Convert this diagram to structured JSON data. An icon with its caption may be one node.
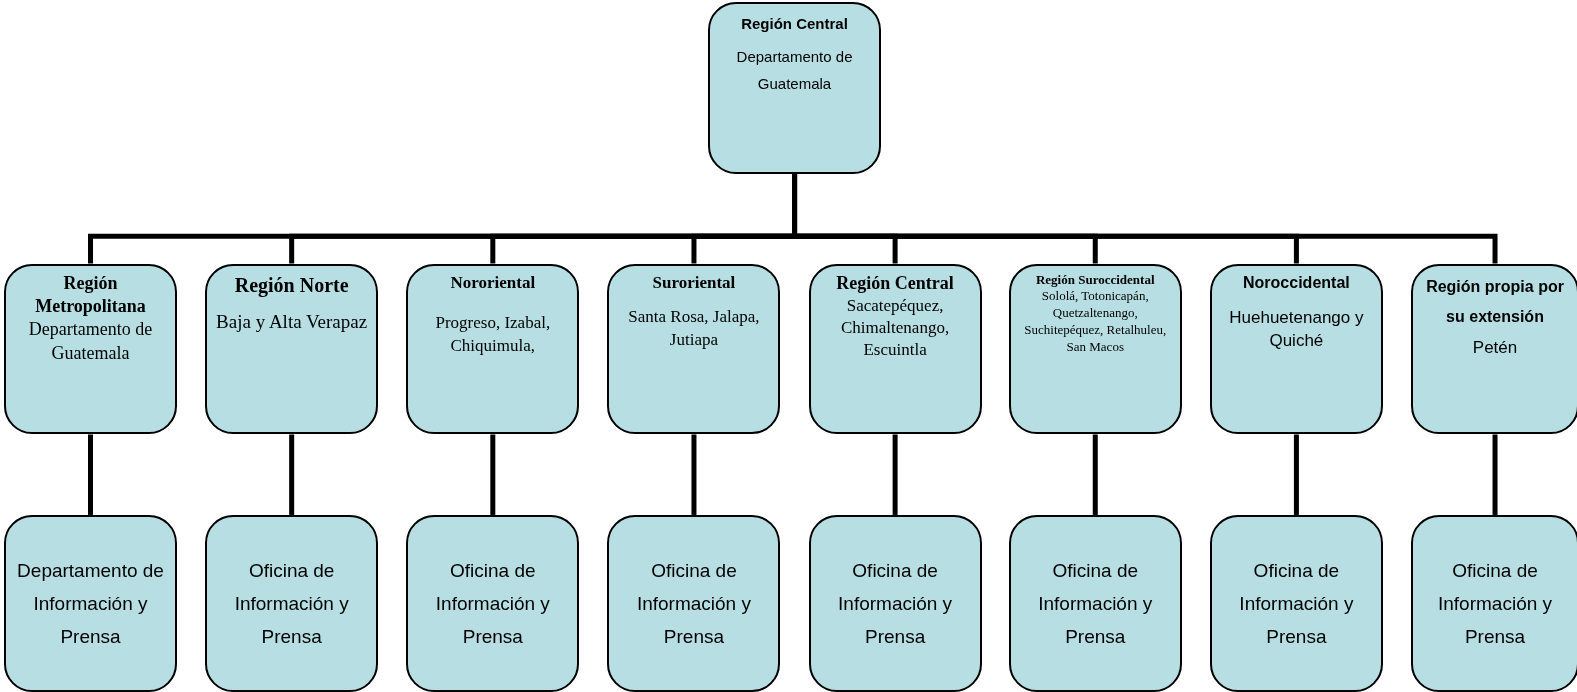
{
  "diagram": {
    "nodes": [
      {
        "text": [
          "Región Central",
          "Departamento de Guatemala"
        ]
      },
      {
        "text": [
          "Región Metropolitana",
          "Departamento de Guatemala"
        ]
      },
      {
        "text": [
          "Región Norte",
          "Baja y Alta Verapaz"
        ]
      },
      {
        "text": [
          "Nororiental",
          "Progreso, Izabal, Chiquimula,"
        ]
      },
      {
        "text": [
          "Suroriental",
          "Santa Rosa, Jalapa, Jutiapa"
        ]
      },
      {
        "text": [
          "Región Central",
          "Sacatepéquez, Chimaltenango, Escuintla"
        ]
      },
      {
        "text": [
          "Región Suroccidental",
          "Sololá, Totonicapán, Quetzaltenango, Suchitepéquez, Retalhuleu, San Macos"
        ]
      },
      {
        "text": [
          "Noroccidental",
          "Huehuetenango y Quiché"
        ]
      },
      {
        "text": [
          "Región propia por su extensión",
          "Petén"
        ]
      },
      {
        "text": [
          "Departamento de Información y Prensa"
        ]
      },
      {
        "text": [
          "Oficina de Información y Prensa"
        ]
      },
      {
        "text": [
          "Oficina de Información y Prensa"
        ]
      },
      {
        "text": [
          "Oficina de Información y Prensa"
        ]
      },
      {
        "text": [
          "Oficina de Información y Prensa"
        ]
      },
      {
        "text": [
          "Oficina de Información y Prensa"
        ]
      },
      {
        "text": [
          "Oficina de Información y Prensa"
        ]
      },
      {
        "text": [
          "Oficina de Información y Prensa"
        ]
      }
    ],
    "edges": [
      {
        "from": 0,
        "to": 1,
        "arrow": "none"
      },
      {
        "from": 0,
        "to": 2,
        "arrow": "none"
      },
      {
        "from": 0,
        "to": 3,
        "arrow": "none"
      },
      {
        "from": 0,
        "to": 4,
        "arrow": "none"
      },
      {
        "from": 0,
        "to": 5,
        "arrow": "none"
      },
      {
        "from": 0,
        "to": 6,
        "arrow": "none"
      },
      {
        "from": 0,
        "to": 7,
        "arrow": "none"
      },
      {
        "from": 0,
        "to": 8,
        "arrow": "none"
      },
      {
        "from": 1,
        "to": 9,
        "arrow": "none"
      },
      {
        "from": 2,
        "to": 10,
        "arrow": "none"
      },
      {
        "from": 3,
        "to": 11,
        "arrow": "none"
      },
      {
        "from": 4,
        "to": 12,
        "arrow": "none"
      },
      {
        "from": 5,
        "to": 13,
        "arrow": "none"
      },
      {
        "from": 6,
        "to": 14,
        "arrow": "none"
      },
      {
        "from": 7,
        "to": 15,
        "arrow": "none"
      },
      {
        "from": 8,
        "to": 16,
        "arrow": "none"
      }
    ]
  }
}
